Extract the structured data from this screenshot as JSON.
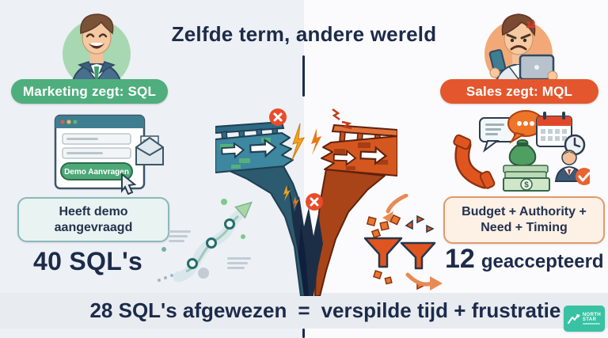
{
  "title": "Zelfde term, andere wereld",
  "left": {
    "badge": "Marketing zegt: SQL",
    "form_button": "Demo Aanvragen",
    "criteria": "Heeft demo aangevraagd",
    "count": "40 SQL's"
  },
  "right": {
    "badge": "Sales zegt: MQL",
    "criteria": "Budget + Authority + Need + Timing",
    "count_number": "12",
    "count_label": "geaccepteerd"
  },
  "bottom": {
    "left_text": "28 SQL's afgewezen",
    "equals": "=",
    "right_text": "verspilde tijd + frustratie"
  },
  "logo": {
    "line1": "NORTH",
    "line2": "STAR"
  },
  "icons": {
    "dollar_glyph": "$",
    "names": [
      "happy-marketer-avatar",
      "angry-sales-avatar",
      "demo-form-window",
      "envelope-icon",
      "cursor-icon",
      "growth-arrow-chart",
      "broken-bridge-illustration",
      "error-x-badge",
      "lightning-icon",
      "phone-icon",
      "chat-bubbles-icon",
      "calendar-icon",
      "clock-icon",
      "money-bag-icon",
      "dollar-bills-icon",
      "salesperson-check-icon",
      "funnel-icon",
      "north-star-logo"
    ]
  },
  "colors": {
    "navy": "#1d2b4a",
    "green_badge": "#4fae7d",
    "orange_badge": "#e4572e",
    "teal_bridge": "#3d87a0",
    "orange_bridge": "#d4571f",
    "mint_box_bg": "#e9f3f1",
    "mint_box_border": "#8bb8bc",
    "peach_box_bg": "#fdf0e5",
    "peach_box_border": "#e09a6d",
    "bottom_bar": "#e8ecf1",
    "logo_teal": "#38c2a3"
  }
}
